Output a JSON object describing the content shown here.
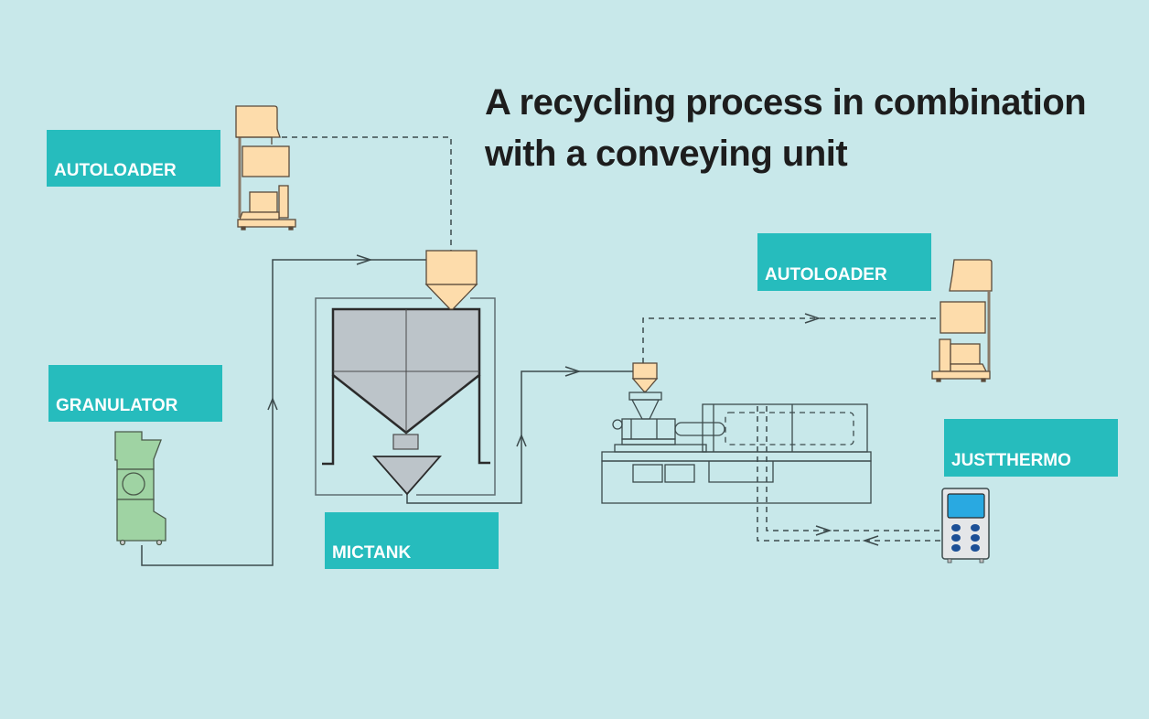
{
  "title": {
    "line1": "A recycling process in combination",
    "line2": "with a conveying unit"
  },
  "labels": {
    "autoloader_left": "AUTOLOADER",
    "granulator": "GRANULATOR",
    "mictank": "MICTANK",
    "autoloader_right": "AUTOLOADER",
    "justthermo": "JUSTTHERMO"
  },
  "colors": {
    "background": "#c8e8ea",
    "label_bg": "#26bcbd",
    "label_text": "#ffffff",
    "hopper_fill": "#fddcab",
    "tank_fill": "#bcc4c9",
    "granulator_fill": "#9fd3a3",
    "thermo_screen": "#29a9e1",
    "thermo_button": "#1c4f96"
  }
}
